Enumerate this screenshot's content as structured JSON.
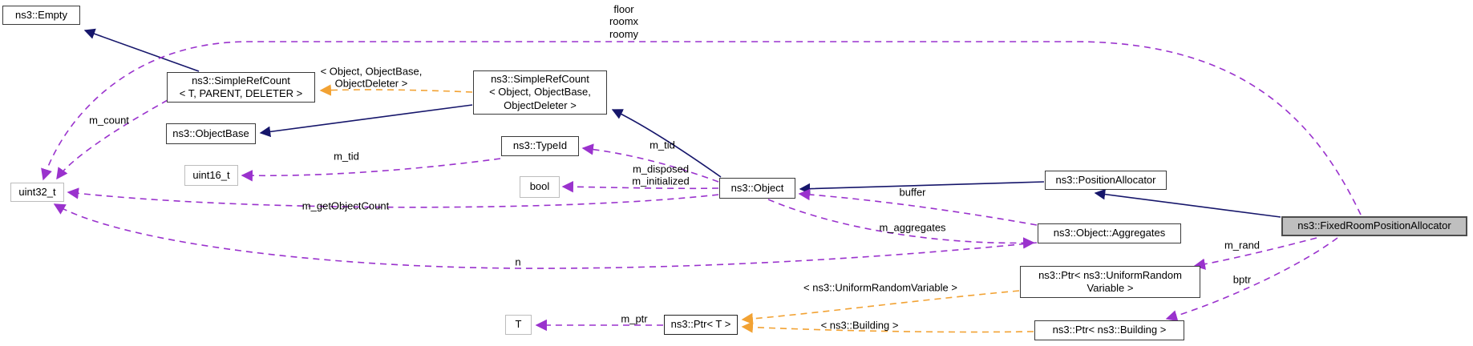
{
  "diagram": {
    "type": "doxygen-collaboration-graph",
    "focus_class": "ns3::FixedRoomPositionAllocator",
    "colors": {
      "background": "#ffffff",
      "inheritance_edge": "#16166b",
      "member_edge": "#9a32cd",
      "template_edge": "#f2a233",
      "node_border": "#3a3a3a",
      "external_node_border": "#bdbdbd",
      "highlight_fill": "#bfbfbf",
      "text": "#000000"
    },
    "nodes": [
      {
        "id": "empty",
        "label": "ns3::Empty"
      },
      {
        "id": "srct",
        "label": "ns3::SimpleRefCount\n< T, PARENT, DELETER >"
      },
      {
        "id": "srco",
        "label": "ns3::SimpleRefCount\n< Object, ObjectBase,\nObjectDeleter >"
      },
      {
        "id": "objectbase",
        "label": "ns3::ObjectBase"
      },
      {
        "id": "uint16",
        "label": "uint16_t"
      },
      {
        "id": "typeid",
        "label": "ns3::TypeId"
      },
      {
        "id": "bool",
        "label": "bool"
      },
      {
        "id": "uint32",
        "label": "uint32_t"
      },
      {
        "id": "object",
        "label": "ns3::Object"
      },
      {
        "id": "posalloc",
        "label": "ns3::PositionAllocator"
      },
      {
        "id": "fixedroom",
        "label": "ns3::FixedRoomPositionAllocator"
      },
      {
        "id": "aggregates",
        "label": "ns3::Object::Aggregates"
      },
      {
        "id": "ptrurv",
        "label": "ns3::Ptr< ns3::UniformRandom\nVariable >"
      },
      {
        "id": "ptrbuilding",
        "label": "ns3::Ptr< ns3::Building >"
      },
      {
        "id": "ptrt",
        "label": "ns3::Ptr< T >"
      },
      {
        "id": "t",
        "label": "T"
      }
    ],
    "edge_labels": [
      {
        "text": "floor\nroomx\nroomy"
      },
      {
        "text": "m_count"
      },
      {
        "text": "< Object, ObjectBase,\nObjectDeleter >"
      },
      {
        "text": "m_tid"
      },
      {
        "text": "m_disposed\nm_initialized"
      },
      {
        "text": "m_tid"
      },
      {
        "text": "m_getObjectCount"
      },
      {
        "text": "buffer"
      },
      {
        "text": "m_aggregates"
      },
      {
        "text": "n"
      },
      {
        "text": "m_rand"
      },
      {
        "text": "bptr"
      },
      {
        "text": "< ns3::UniformRandomVariable >"
      },
      {
        "text": "< ns3::Building >"
      },
      {
        "text": "m_ptr"
      }
    ],
    "edges": [
      {
        "from": "ns3::SimpleRefCount< T, PARENT, DELETER >",
        "to": "ns3::Empty",
        "kind": "inheritance",
        "label": ""
      },
      {
        "from": "ns3::Object",
        "to": "ns3::SimpleRefCount< Object, ObjectBase, ObjectDeleter >",
        "kind": "inheritance",
        "label": ""
      },
      {
        "from": "ns3::SimpleRefCount< Object, ObjectBase, ObjectDeleter >",
        "to": "ns3::ObjectBase",
        "kind": "inheritance",
        "label": ""
      },
      {
        "from": "ns3::PositionAllocator",
        "to": "ns3::Object",
        "kind": "inheritance",
        "label": ""
      },
      {
        "from": "ns3::FixedRoomPositionAllocator",
        "to": "ns3::PositionAllocator",
        "kind": "inheritance",
        "label": ""
      },
      {
        "from": "ns3::SimpleRefCount< Object, ObjectBase, ObjectDeleter >",
        "to": "ns3::SimpleRefCount< T, PARENT, DELETER >",
        "kind": "template",
        "label": "< Object, ObjectBase, ObjectDeleter >"
      },
      {
        "from": "ns3::Ptr< ns3::UniformRandomVariable >",
        "to": "ns3::Ptr< T >",
        "kind": "template",
        "label": "< ns3::UniformRandomVariable >"
      },
      {
        "from": "ns3::Ptr< ns3::Building >",
        "to": "ns3::Ptr< T >",
        "kind": "template",
        "label": "< ns3::Building >"
      },
      {
        "from": "ns3::SimpleRefCount< T, PARENT, DELETER >",
        "to": "uint32_t",
        "kind": "member",
        "label": "m_count"
      },
      {
        "from": "ns3::FixedRoomPositionAllocator",
        "to": "uint32_t",
        "kind": "member",
        "label": "floor roomx roomy"
      },
      {
        "from": "ns3::Object",
        "to": "ns3::TypeId",
        "kind": "member",
        "label": "m_tid"
      },
      {
        "from": "ns3::TypeId",
        "to": "uint16_t",
        "kind": "member",
        "label": "m_tid"
      },
      {
        "from": "ns3::Object",
        "to": "bool",
        "kind": "member",
        "label": "m_disposed m_initialized"
      },
      {
        "from": "ns3::Object",
        "to": "uint32_t",
        "kind": "member",
        "label": "m_getObjectCount"
      },
      {
        "from": "ns3::Object",
        "to": "ns3::Object::Aggregates",
        "kind": "member",
        "label": "m_aggregates"
      },
      {
        "from": "ns3::Object::Aggregates",
        "to": "ns3::Object",
        "kind": "member",
        "label": "buffer"
      },
      {
        "from": "ns3::Object::Aggregates",
        "to": "uint32_t",
        "kind": "member",
        "label": "n"
      },
      {
        "from": "ns3::FixedRoomPositionAllocator",
        "to": "ns3::Ptr< ns3::UniformRandomVariable >",
        "kind": "member",
        "label": "m_rand"
      },
      {
        "from": "ns3::FixedRoomPositionAllocator",
        "to": "ns3::Ptr< ns3::Building >",
        "kind": "member",
        "label": "bptr"
      },
      {
        "from": "ns3::Ptr< T >",
        "to": "T",
        "kind": "member",
        "label": "m_ptr"
      }
    ]
  }
}
